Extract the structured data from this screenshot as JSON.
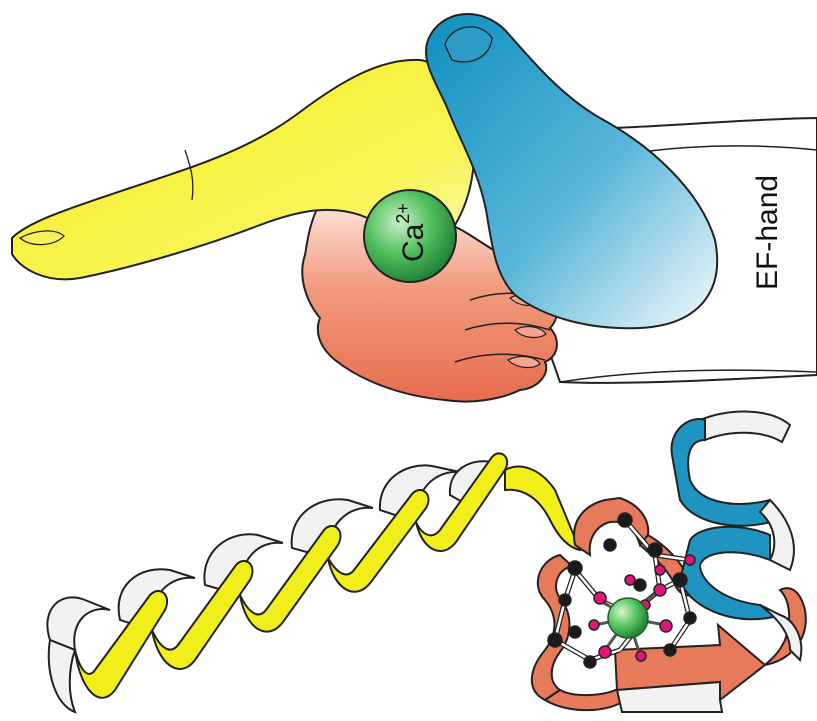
{
  "labels": {
    "ion": "Ca",
    "ion_charge": "2+",
    "motif_name": "EF-hand"
  },
  "colors": {
    "helix_e": "#f2ee1a",
    "helix_f": "#1f94c0",
    "loop": "#e87a5c",
    "calcium": "#3aa655",
    "oxygen": "#e0147a",
    "carbon": "#1a1a1a",
    "outline": "#222222"
  }
}
